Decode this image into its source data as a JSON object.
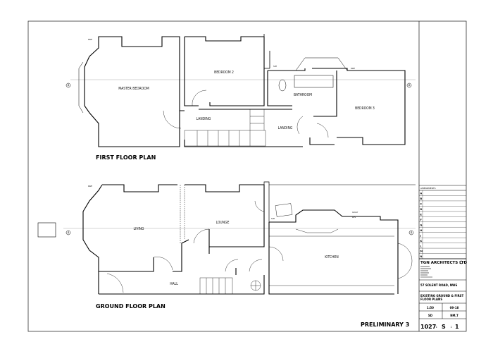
{
  "first_floor": {
    "title": "FIRST FLOOR PLAN",
    "rooms": [
      "MASTER BEDROOM",
      "BEDROOM 2",
      "BATHROOM",
      "BEDROOM 3",
      "LANDING",
      "LANDING"
    ],
    "tags": [
      "RWP",
      "SVP",
      "RWP"
    ]
  },
  "ground_floor": {
    "title": "GROUND FLOOR PLAN",
    "rooms": [
      "LIVING",
      "LOUNGE",
      "KITCHEN",
      "HALL"
    ],
    "tags": [
      "RWP",
      "SVP",
      "GULLY",
      "RVS"
    ]
  },
  "section_marker": "A",
  "status": "PRELIMINARY 3",
  "title_block": {
    "amendments_header": "AMENDMENTS",
    "amendment_letters": [
      "A",
      "B",
      "C",
      "D",
      "E",
      "F",
      "G",
      "H",
      "J",
      "K",
      "L",
      "M",
      "N"
    ],
    "firm": "TGN ARCHITECTS LTD",
    "address": "57 SOLENT ROAD, NW6",
    "drawing_title_1": "EXISTING GROUND & FIRST",
    "drawing_title_2": "FLOOR PLANS",
    "scale": "1:50",
    "date": "09-18",
    "drawn": "SD",
    "checked": "NM,T",
    "job_no": "1027",
    "sheet": "S",
    "number": "1"
  }
}
